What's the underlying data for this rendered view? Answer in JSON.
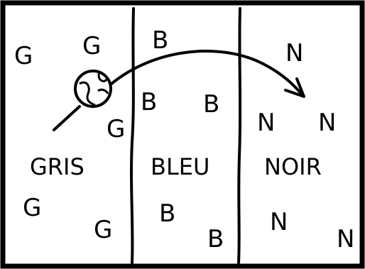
{
  "zones": [
    {
      "key": "gris",
      "label": "GRIS",
      "letter": "G"
    },
    {
      "key": "bleu",
      "label": "BLEU",
      "letter": "B"
    },
    {
      "key": "noir",
      "label": "NOIR",
      "letter": "N"
    }
  ],
  "letters": {
    "gris": [
      "G",
      "G",
      "G",
      "G",
      "G"
    ],
    "bleu": [
      "B",
      "B",
      "B",
      "B",
      "B"
    ],
    "noir": [
      "N",
      "N",
      "N",
      "N",
      "N"
    ]
  },
  "colors": {
    "ink": "#000000",
    "paper": "#ffffff"
  }
}
